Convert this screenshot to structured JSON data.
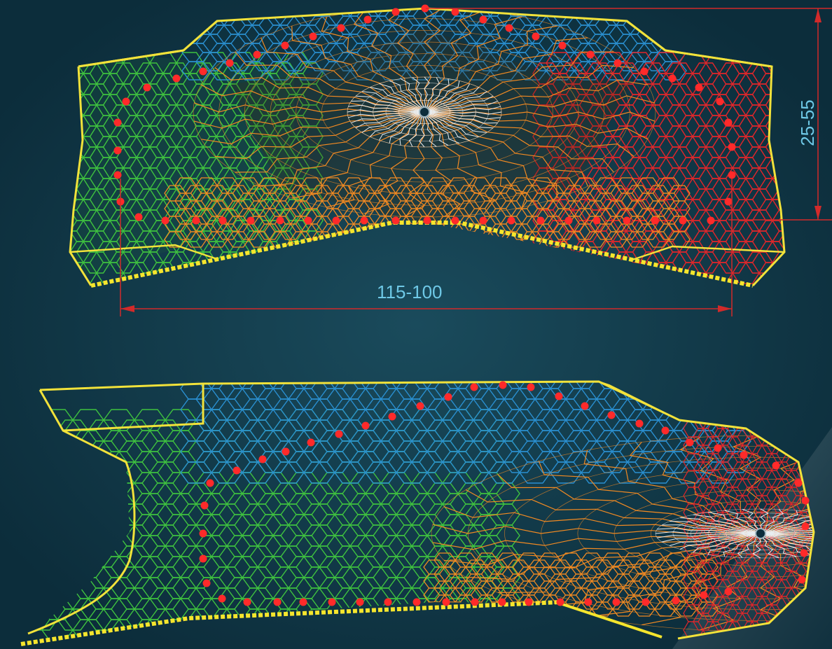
{
  "dimensions": {
    "width_label": "115-100",
    "height_label": "25-55"
  },
  "colors": {
    "background": "#0f3545",
    "outline": "#f2e23a",
    "chain": "#f5e52d",
    "green_mesh": "#3fc23f",
    "blue_mesh": "#2a8fd0",
    "orange_mesh": "#f28a22",
    "red_mesh": "#e3262a",
    "white_mesh": "#e8eef2",
    "knot": "#ff2a2a",
    "dimension_line": "#d22a2a",
    "dimension_text": "#6ec8e6"
  },
  "views": [
    "top-view",
    "side-view"
  ]
}
